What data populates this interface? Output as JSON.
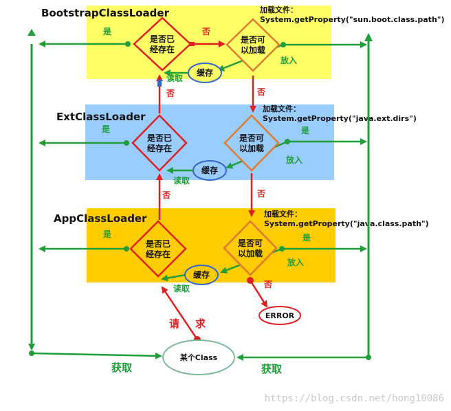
{
  "loaders": [
    {
      "name": "BootstrapClassLoader",
      "load_title": "加载文件：",
      "load_path": "System.getProperty(\"sun.boot.class.path\")",
      "color": "#ffff66"
    },
    {
      "name": "ExtClassLoader",
      "load_title": "加载文件：",
      "load_path": "System.getProperty(\"java.ext.dirs\")",
      "color": "#99ccff"
    },
    {
      "name": "AppClassLoader",
      "load_title": "加载文件：",
      "load_path": "System.getProperty(\"java.class.path\")",
      "color": "#ffcc00"
    }
  ],
  "diamond_exists": "是否已|经存在",
  "diamond_loadable": "是否可|以加载",
  "cache": "缓存",
  "yes": "是",
  "no": "否",
  "read": "读取",
  "put": "放入",
  "error": "ERROR",
  "request_1": "请",
  "request_2": "求",
  "some_class": "某个Class",
  "obtain": "获取",
  "watermark": "https://blog.csdn.net/hong10086",
  "colors": {
    "green": "#1f9e3a",
    "red": "#e02020",
    "blue_border": "#3366cc",
    "diamond_border": "#e02020",
    "diamond_border_orange": "#e07a30"
  }
}
